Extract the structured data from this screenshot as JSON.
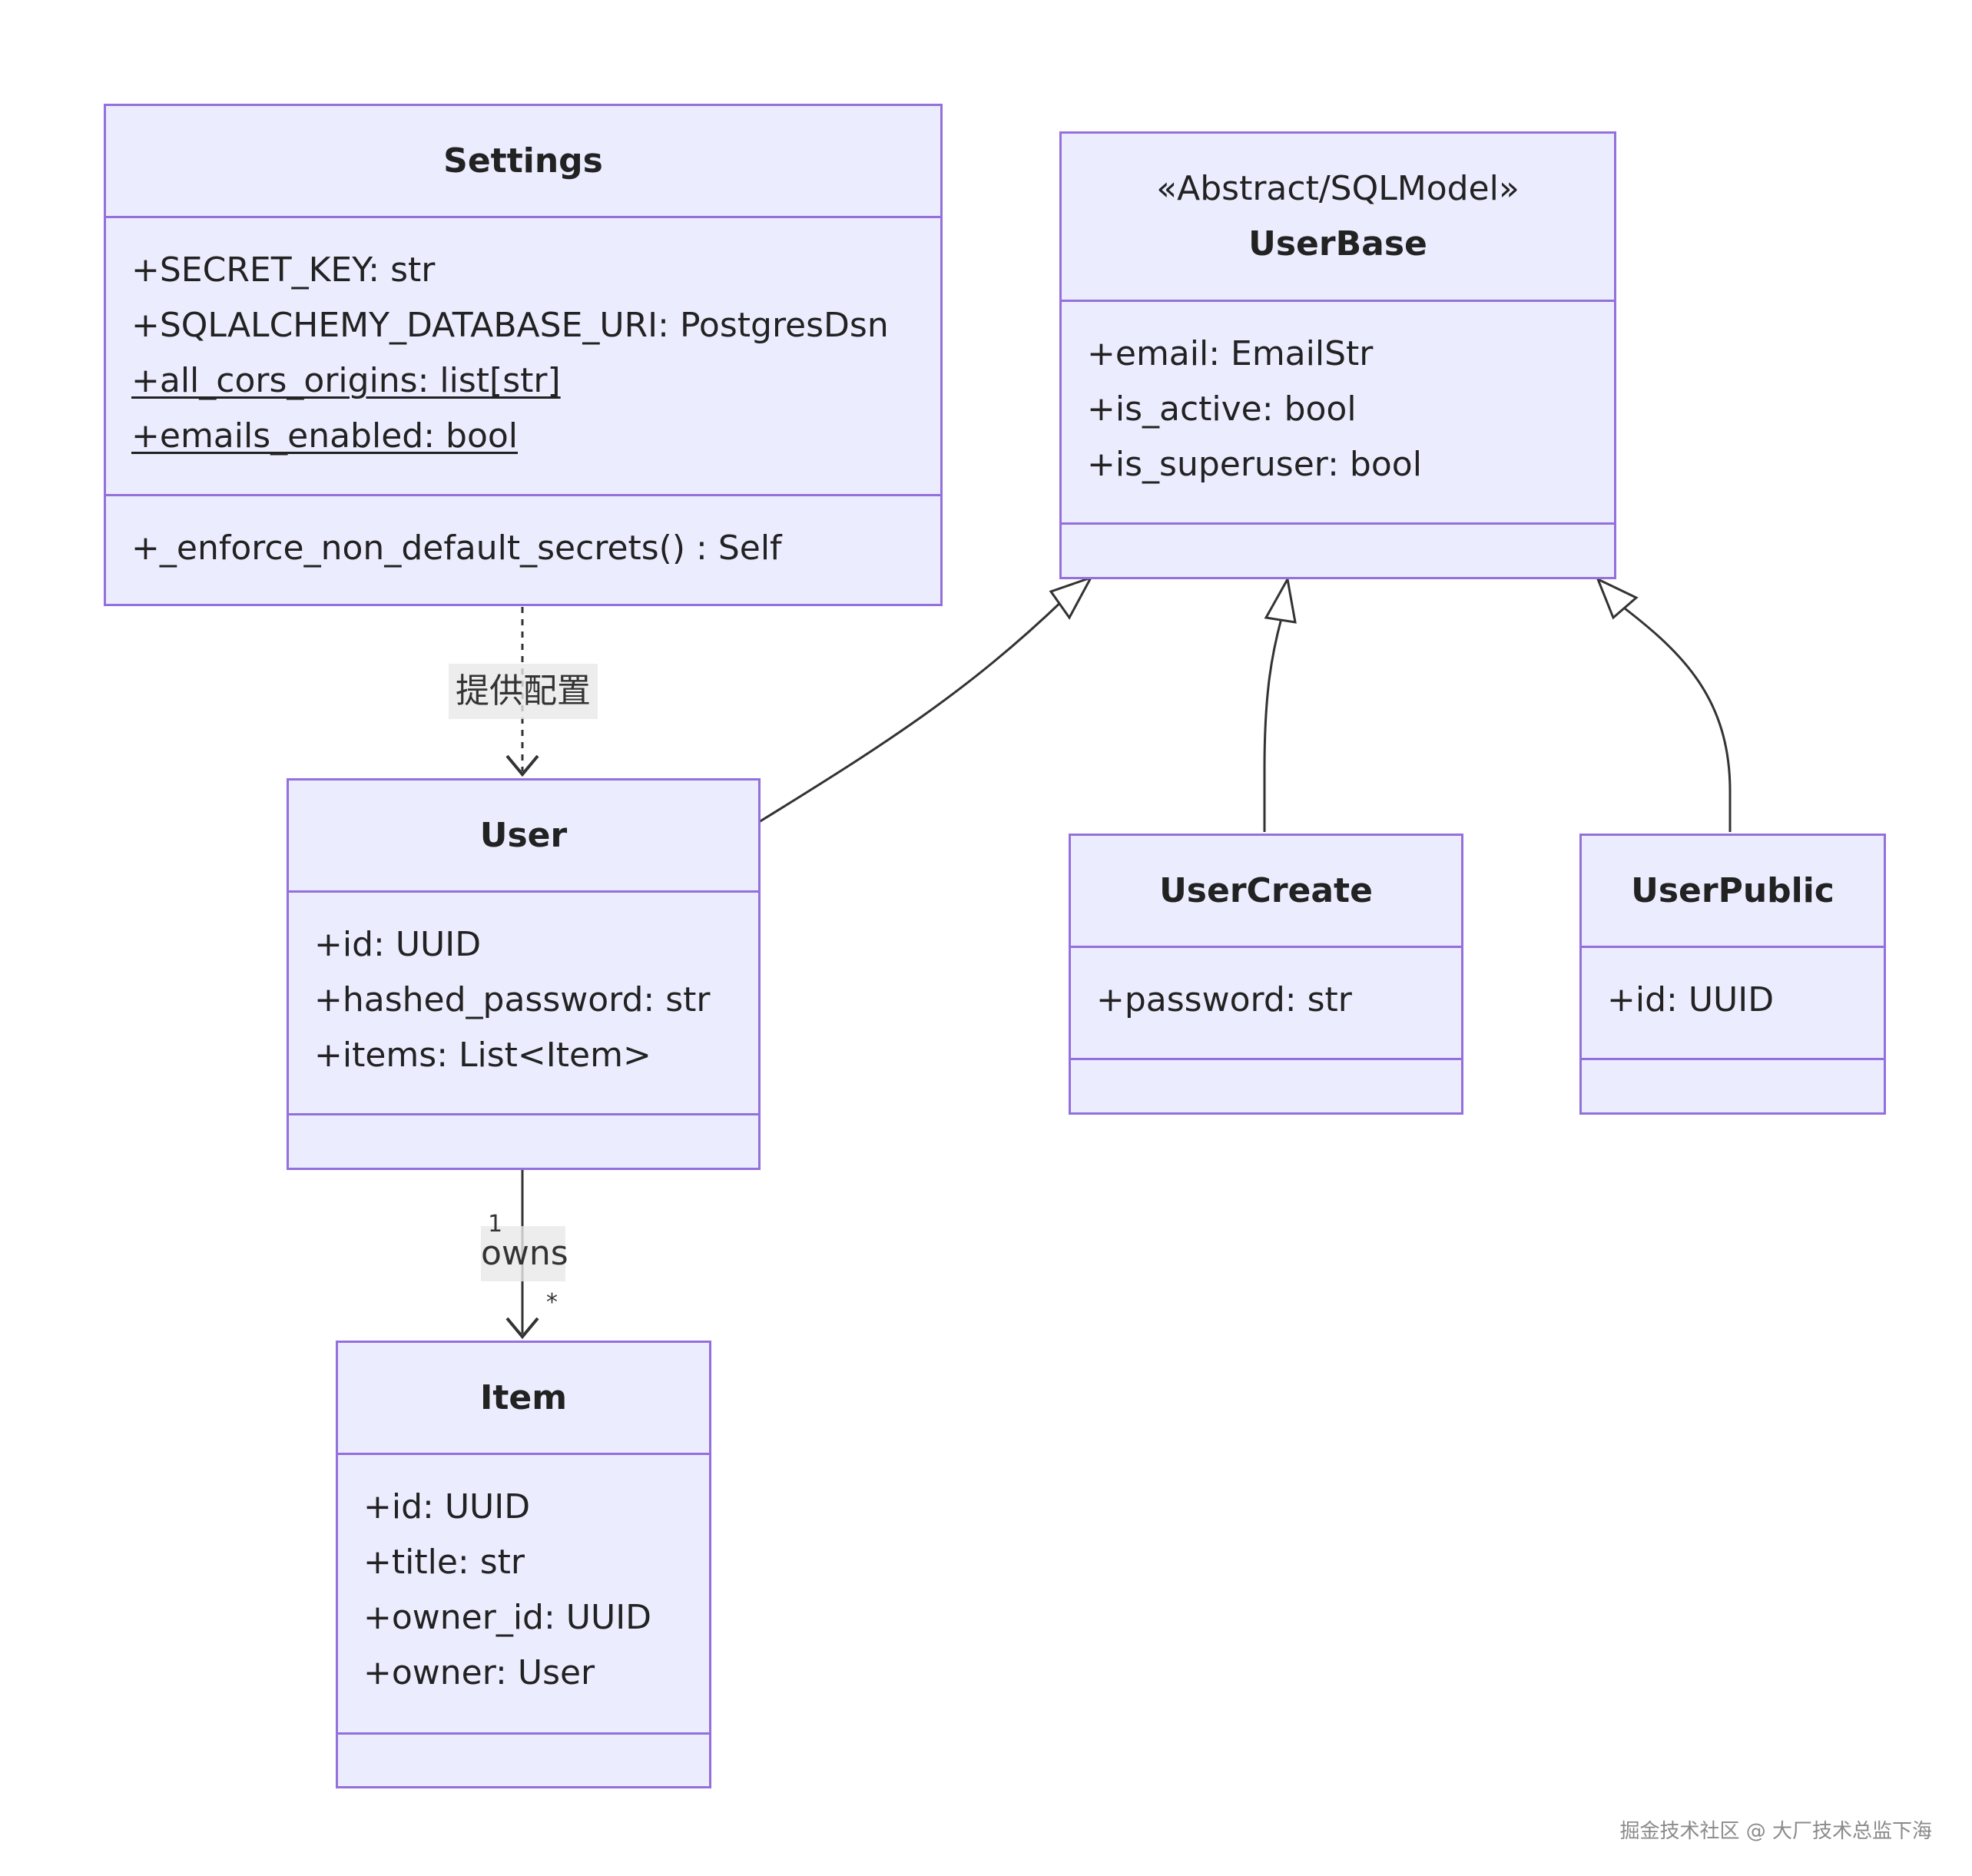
{
  "classes": {
    "settings": {
      "name": "Settings",
      "attributes": [
        {
          "text": "+SECRET_KEY: str",
          "static": false
        },
        {
          "text": "+SQLALCHEMY_DATABASE_URI: PostgresDsn",
          "static": false
        },
        {
          "text": "+all_cors_origins: list[str]",
          "static": true
        },
        {
          "text": "+emails_enabled: bool",
          "static": true
        }
      ],
      "methods": [
        "+_enforce_non_default_secrets() : Self"
      ]
    },
    "userbase": {
      "stereotype": "«Abstract/SQLModel»",
      "name": "UserBase",
      "attributes": [
        "+email: EmailStr",
        "+is_active: bool",
        "+is_superuser: bool"
      ],
      "methods": []
    },
    "user": {
      "name": "User",
      "attributes": [
        "+id: UUID",
        "+hashed_password: str",
        "+items: List<Item>"
      ],
      "methods": []
    },
    "usercreate": {
      "name": "UserCreate",
      "attributes": [
        "+password: str"
      ],
      "methods": []
    },
    "userpublic": {
      "name": "UserPublic",
      "attributes": [
        "+id: UUID"
      ],
      "methods": []
    },
    "item": {
      "name": "Item",
      "attributes": [
        "+id: UUID",
        "+title: str",
        "+owner_id: UUID",
        "+owner: User"
      ],
      "methods": []
    }
  },
  "relations": {
    "settings_user": {
      "type": "dependency",
      "label": "提供配置"
    },
    "user_item": {
      "type": "association",
      "label": "owns",
      "source_multiplicity": "1",
      "target_multiplicity": "*"
    },
    "user_userbase": {
      "type": "inheritance"
    },
    "usercreate_userbase": {
      "type": "inheritance"
    },
    "userpublic_userbase": {
      "type": "inheritance"
    }
  },
  "watermark": "掘金技术社区 @ 大厂技术总监下海",
  "colors": {
    "class_fill": "#ececff",
    "class_border": "#9370db",
    "edge": "#333333",
    "label_bg": "#e8e8e8"
  }
}
